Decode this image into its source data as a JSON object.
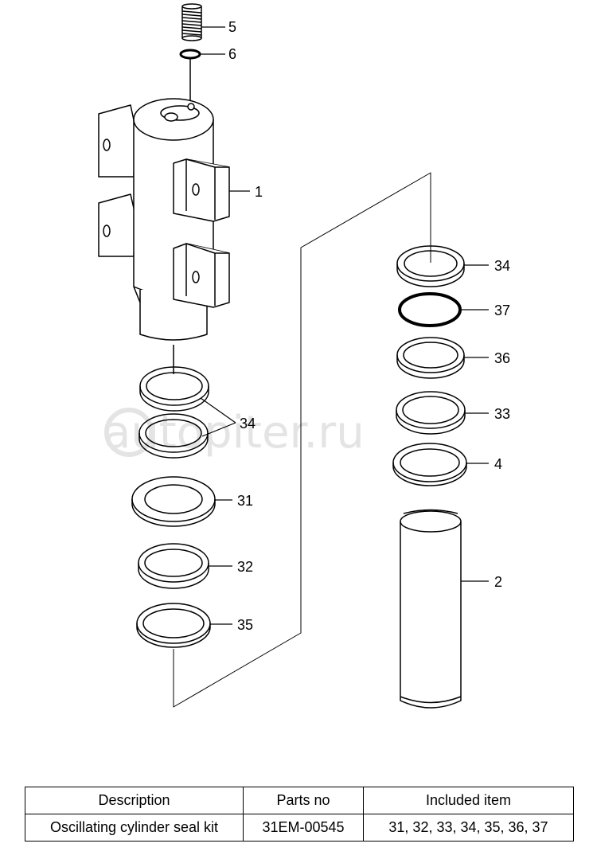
{
  "watermark": "autopiter.ru",
  "callouts": {
    "p5": "5",
    "p6": "6",
    "p1": "1",
    "p34_left": "34",
    "p31": "31",
    "p32": "32",
    "p35": "35",
    "p34_right": "34",
    "p37": "37",
    "p36": "36",
    "p33": "33",
    "p4": "4",
    "p2": "2"
  },
  "table": {
    "headers": [
      "Description",
      "Parts no",
      "Included item"
    ],
    "rows": [
      [
        "Oscillating cylinder seal kit",
        "31EM-00545",
        "31, 32, 33, 34, 35, 36, 37"
      ]
    ]
  }
}
